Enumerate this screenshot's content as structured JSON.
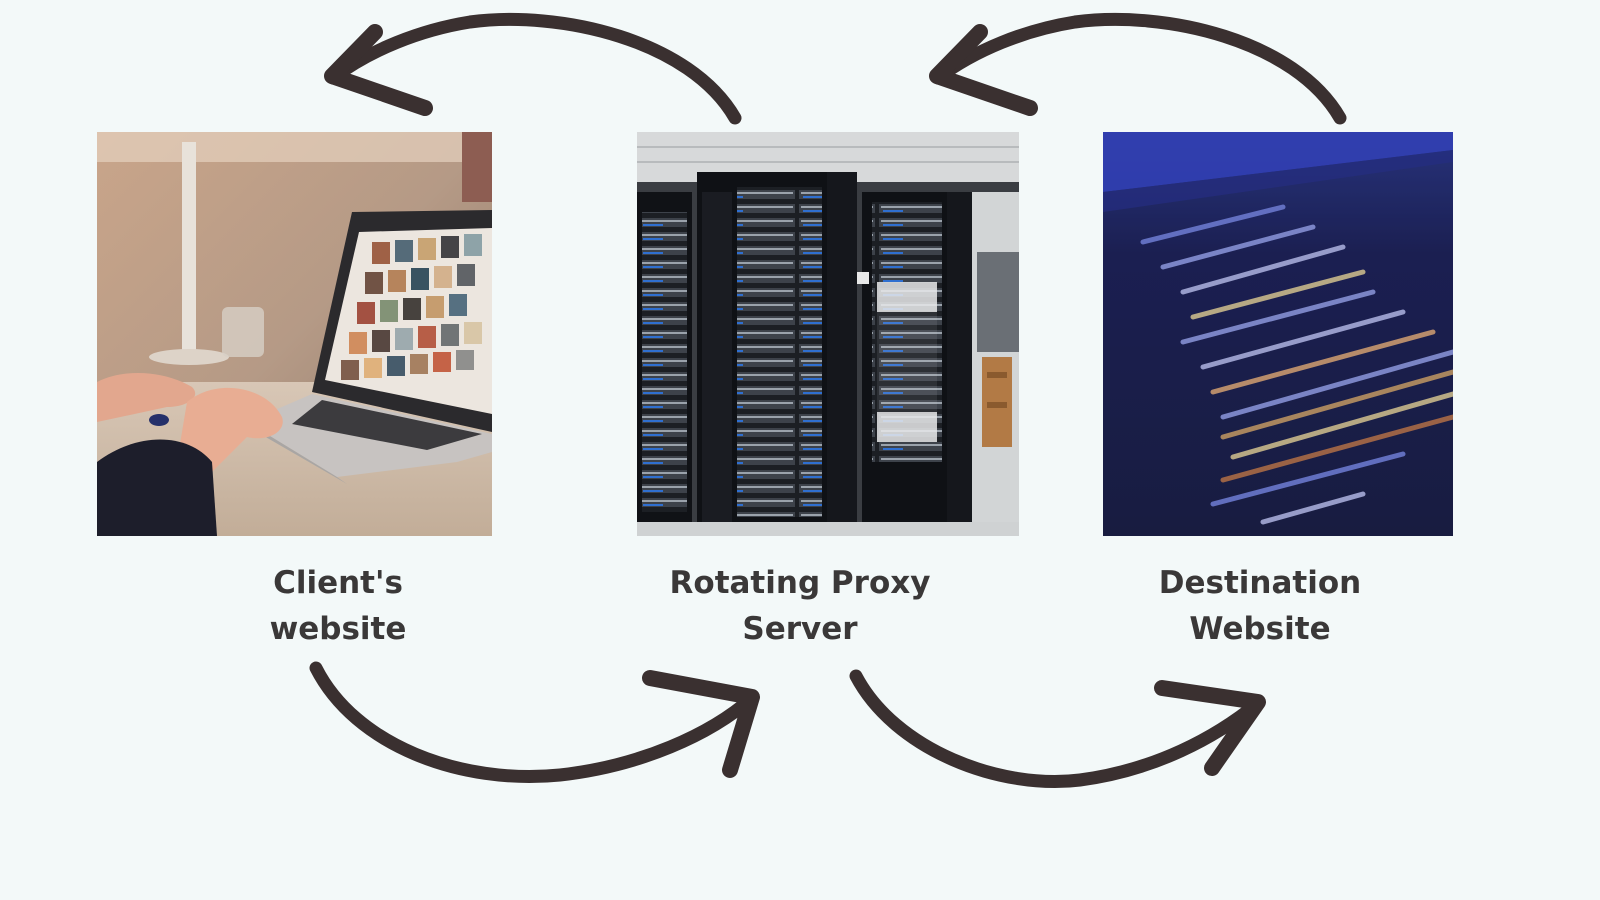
{
  "nodes": [
    {
      "id": "client",
      "line1": "Client's",
      "line2": "website",
      "image": "laptop-photo"
    },
    {
      "id": "proxy",
      "line1": "Rotating Proxy",
      "line2": "Server",
      "image": "server-racks-photo"
    },
    {
      "id": "dest",
      "line1": "Destination",
      "line2": "Website",
      "image": "code-screen-photo"
    }
  ],
  "arrows": [
    {
      "from": "client",
      "to": "proxy",
      "direction": "right"
    },
    {
      "from": "proxy",
      "to": "dest",
      "direction": "right"
    },
    {
      "from": "dest",
      "to": "proxy",
      "direction": "left"
    },
    {
      "from": "proxy",
      "to": "client",
      "direction": "left"
    }
  ],
  "colors": {
    "background": "#f3f9f9",
    "arrow": "#3a3030",
    "text": "#3a3838"
  }
}
